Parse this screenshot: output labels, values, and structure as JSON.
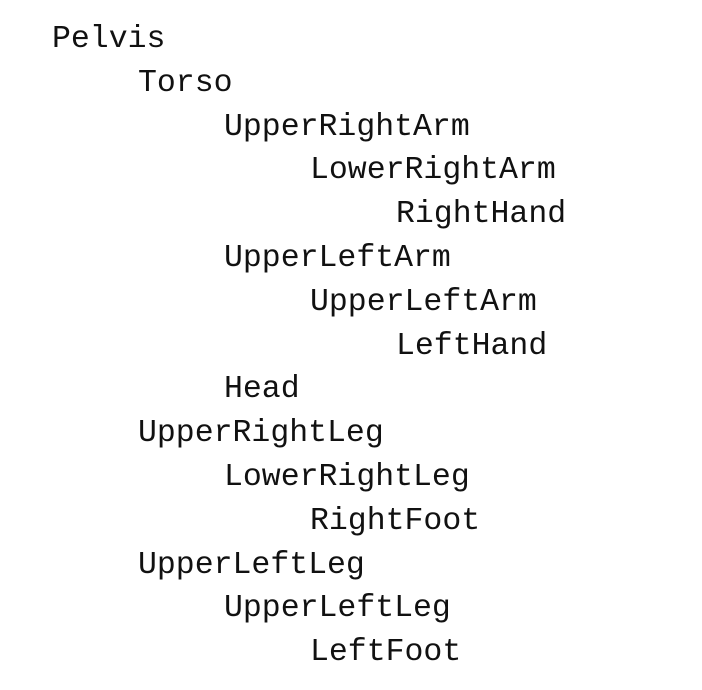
{
  "hierarchy": [
    {
      "label": "Pelvis",
      "depth": 0
    },
    {
      "label": "Torso",
      "depth": 1
    },
    {
      "label": "UpperRightArm",
      "depth": 2
    },
    {
      "label": "LowerRightArm",
      "depth": 3
    },
    {
      "label": "RightHand",
      "depth": 4
    },
    {
      "label": "UpperLeftArm",
      "depth": 2
    },
    {
      "label": "UpperLeftArm",
      "depth": 3
    },
    {
      "label": "LeftHand",
      "depth": 4
    },
    {
      "label": "Head",
      "depth": 2
    },
    {
      "label": "UpperRightLeg",
      "depth": 1
    },
    {
      "label": "LowerRightLeg",
      "depth": 2
    },
    {
      "label": "RightFoot",
      "depth": 3
    },
    {
      "label": "UpperLeftLeg",
      "depth": 1
    },
    {
      "label": "UpperLeftLeg",
      "depth": 2
    },
    {
      "label": "LeftFoot",
      "depth": 3
    }
  ]
}
